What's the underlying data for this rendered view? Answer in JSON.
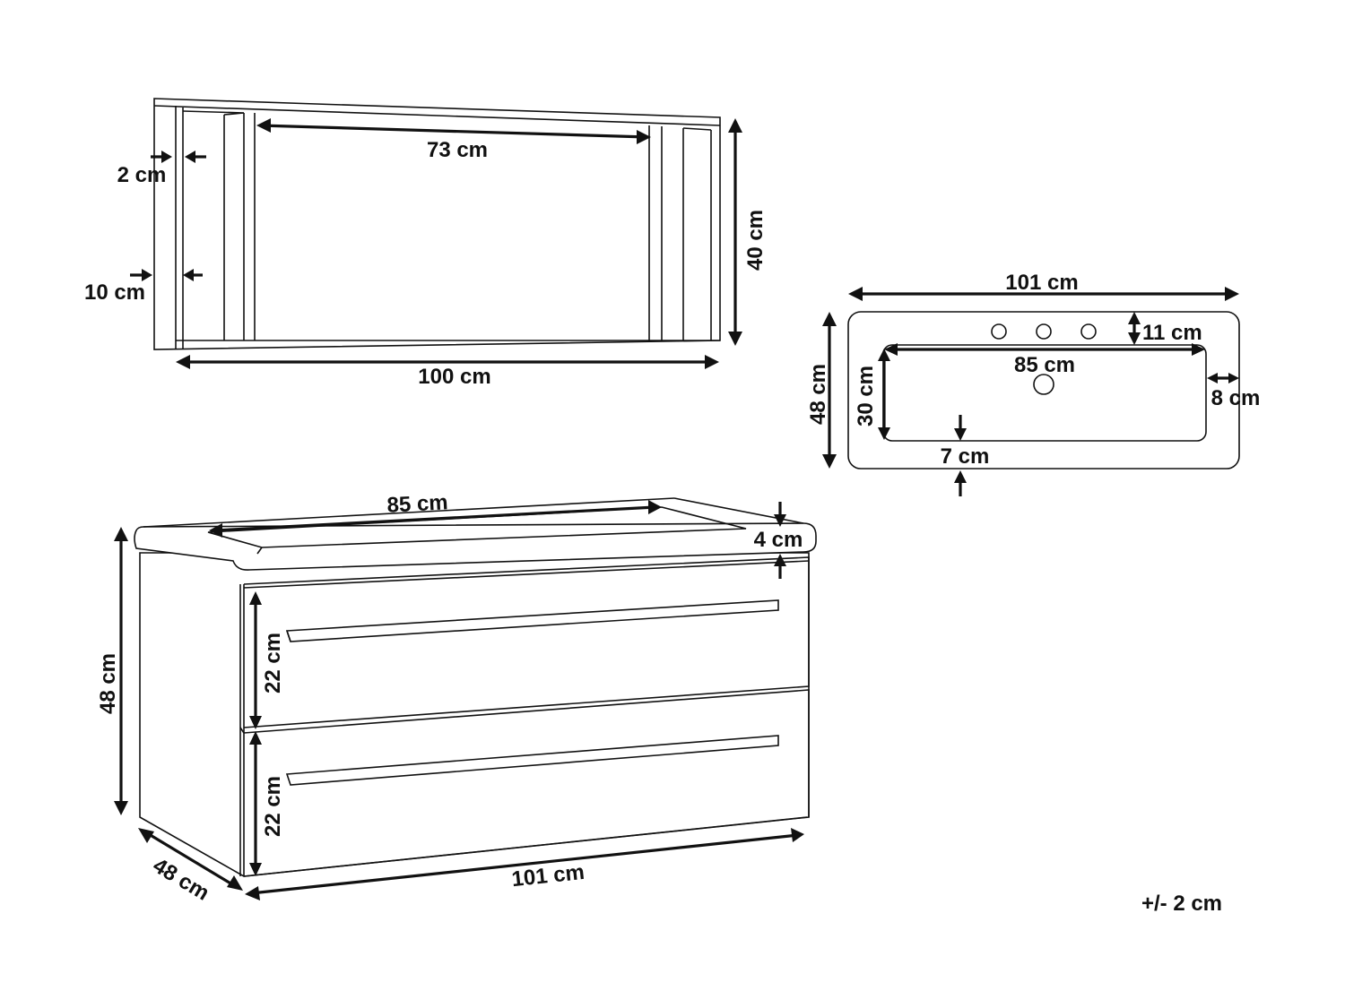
{
  "colors": {
    "line": "#111111",
    "background": "#ffffff"
  },
  "shelf": {
    "width": "100 cm",
    "height": "40 cm",
    "inner_width": "73 cm",
    "back_offset": "2 cm",
    "side_depth": "10 cm"
  },
  "basin_top": {
    "width": "101 cm",
    "depth": "48 cm",
    "tap_offset": "11 cm",
    "bowl_width": "85 cm",
    "bowl_depth": "30 cm",
    "side_margin": "8 cm",
    "front_margin": "7 cm"
  },
  "cabinet": {
    "basin_width": "85 cm",
    "top_thickness": "4 cm",
    "height": "48 cm",
    "drawer_top_height": "22 cm",
    "drawer_bottom_height": "22 cm",
    "depth": "48 cm",
    "width": "101 cm"
  },
  "tolerance": "+/- 2 cm"
}
